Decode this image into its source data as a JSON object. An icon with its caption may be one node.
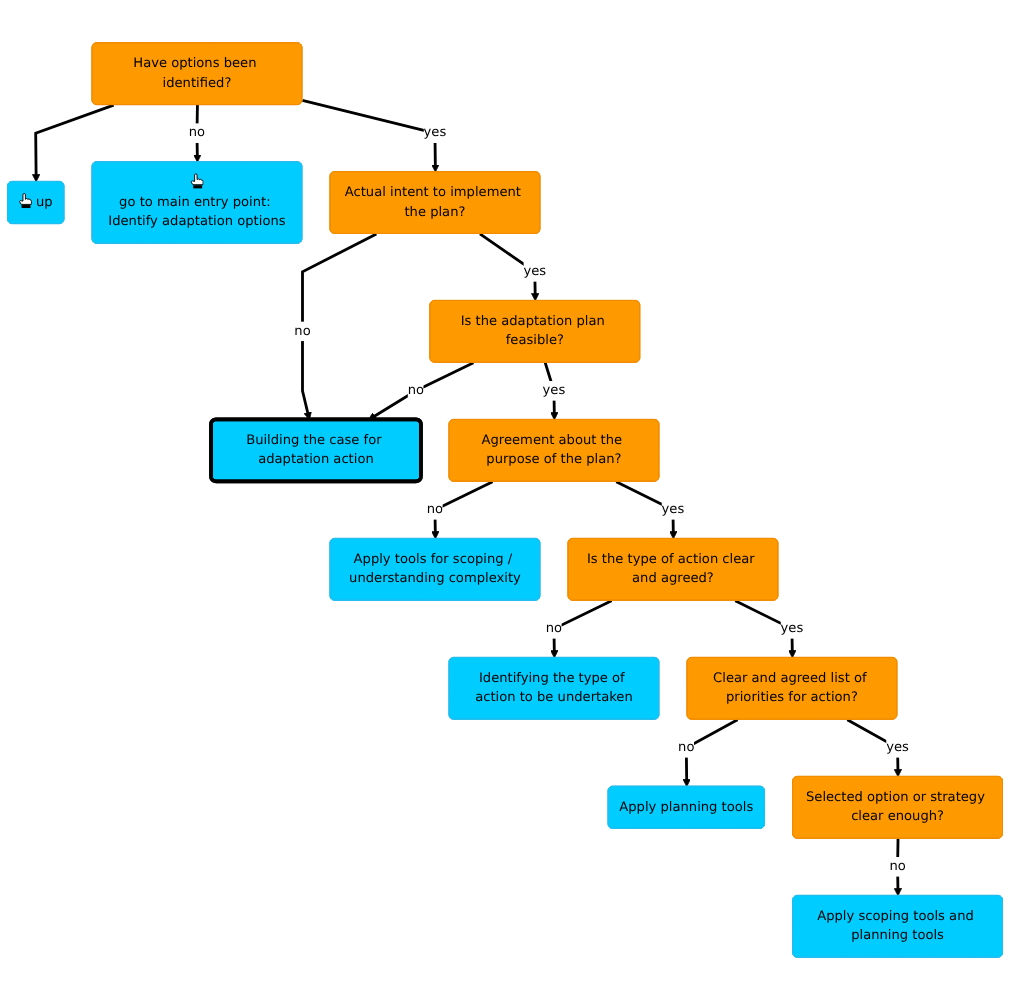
{
  "diagram": {
    "nodes": [
      {
        "text": [
          "up"
        ]
      },
      {
        "text": [
          "Have options been identified?"
        ]
      },
      {
        "text": [
          "go to main entry point: Identify adaptation options"
        ]
      },
      {
        "text": [
          "Actual intent to implement the plan?"
        ]
      },
      {
        "text": [
          "Building the case for adaptation action"
        ]
      },
      {
        "text": [
          "Is the adaptation plan feasible?"
        ]
      },
      {
        "text": [
          "Agreement about the purpose of the plan?"
        ]
      },
      {
        "text": [
          "Apply tools for scoping / understanding complexity"
        ]
      },
      {
        "text": [
          "Is the type of action clear and agreed?"
        ]
      },
      {
        "text": [
          "Identifying the type of action to be undertaken"
        ]
      },
      {
        "text": [
          "Clear and agreed list of priorities for action?"
        ]
      },
      {
        "text": [
          "Apply planning tools"
        ]
      },
      {
        "text": [
          "Selected option or strategy clear enough?"
        ]
      },
      {
        "text": [
          "Apply scoping tools and planning tools"
        ]
      }
    ],
    "edges": [
      {
        "from": 1,
        "to": 0,
        "arrow": "to"
      },
      {
        "from": 1,
        "to": 3,
        "arrow": "to",
        "label": "yes"
      },
      {
        "from": 1,
        "to": 2,
        "arrow": "to",
        "label": "no"
      },
      {
        "from": 3,
        "to": 4,
        "arrow": "to",
        "label": "no"
      },
      {
        "from": 3,
        "to": 5,
        "arrow": "to",
        "label": "yes"
      },
      {
        "from": 5,
        "to": 4,
        "arrow": "to",
        "label": "no"
      },
      {
        "from": 5,
        "to": 6,
        "arrow": "to",
        "label": "yes"
      },
      {
        "from": 6,
        "to": 7,
        "arrow": "to",
        "label": "no"
      },
      {
        "from": 6,
        "to": 8,
        "arrow": "to",
        "label": "yes"
      },
      {
        "from": 8,
        "to": 9,
        "arrow": "to",
        "label": "no"
      },
      {
        "from": 8,
        "to": 10,
        "arrow": "to",
        "label": "yes"
      },
      {
        "from": 10,
        "to": 11,
        "arrow": "to",
        "label": "no"
      },
      {
        "from": 10,
        "to": 12,
        "arrow": "to",
        "label": "yes"
      },
      {
        "from": 12,
        "to": 13,
        "arrow": "to",
        "label": "no"
      }
    ]
  }
}
